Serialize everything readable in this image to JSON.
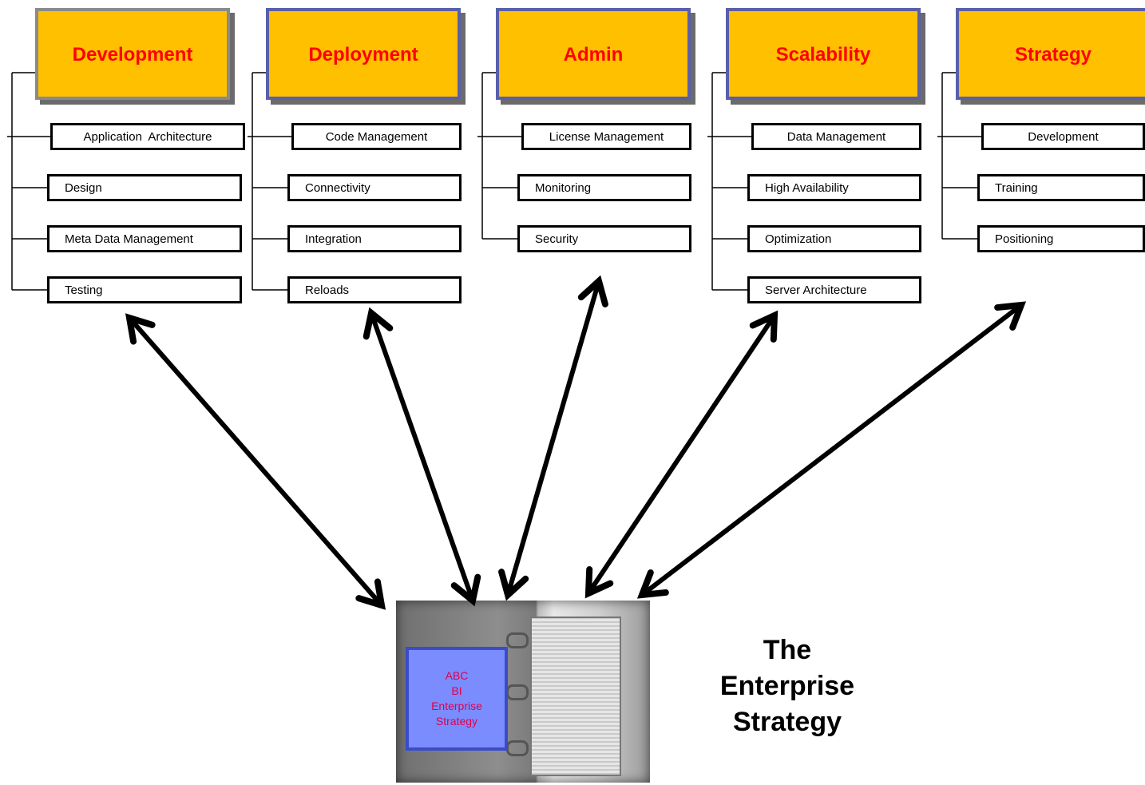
{
  "categories": [
    {
      "title": "Development",
      "items": [
        "Application  Architecture",
        "Design",
        "Meta Data Management",
        "Testing"
      ]
    },
    {
      "title": "Deployment",
      "items": [
        "Code Management",
        "Connectivity",
        "Integration",
        "Reloads"
      ]
    },
    {
      "title": "Admin",
      "items": [
        "License Management",
        "Monitoring",
        "Security"
      ]
    },
    {
      "title": "Scalability",
      "items": [
        "Data Management",
        "High Availability",
        "Optimization",
        "Server Architecture"
      ]
    },
    {
      "title": "Strategy",
      "items": [
        "Development",
        "Training",
        "Positioning"
      ]
    }
  ],
  "binder": {
    "label_lines": [
      "ABC",
      "BI",
      "Enterprise",
      "Strategy"
    ]
  },
  "caption": {
    "line1": "The",
    "line2": "Enterprise",
    "line3": "Strategy"
  },
  "colors": {
    "category_fill": "#FFC000",
    "category_title": "#FF0000",
    "category_border": "#5A5FA8",
    "binder_label_fill": "#7B8CFF",
    "binder_label_text": "#E0004D"
  }
}
